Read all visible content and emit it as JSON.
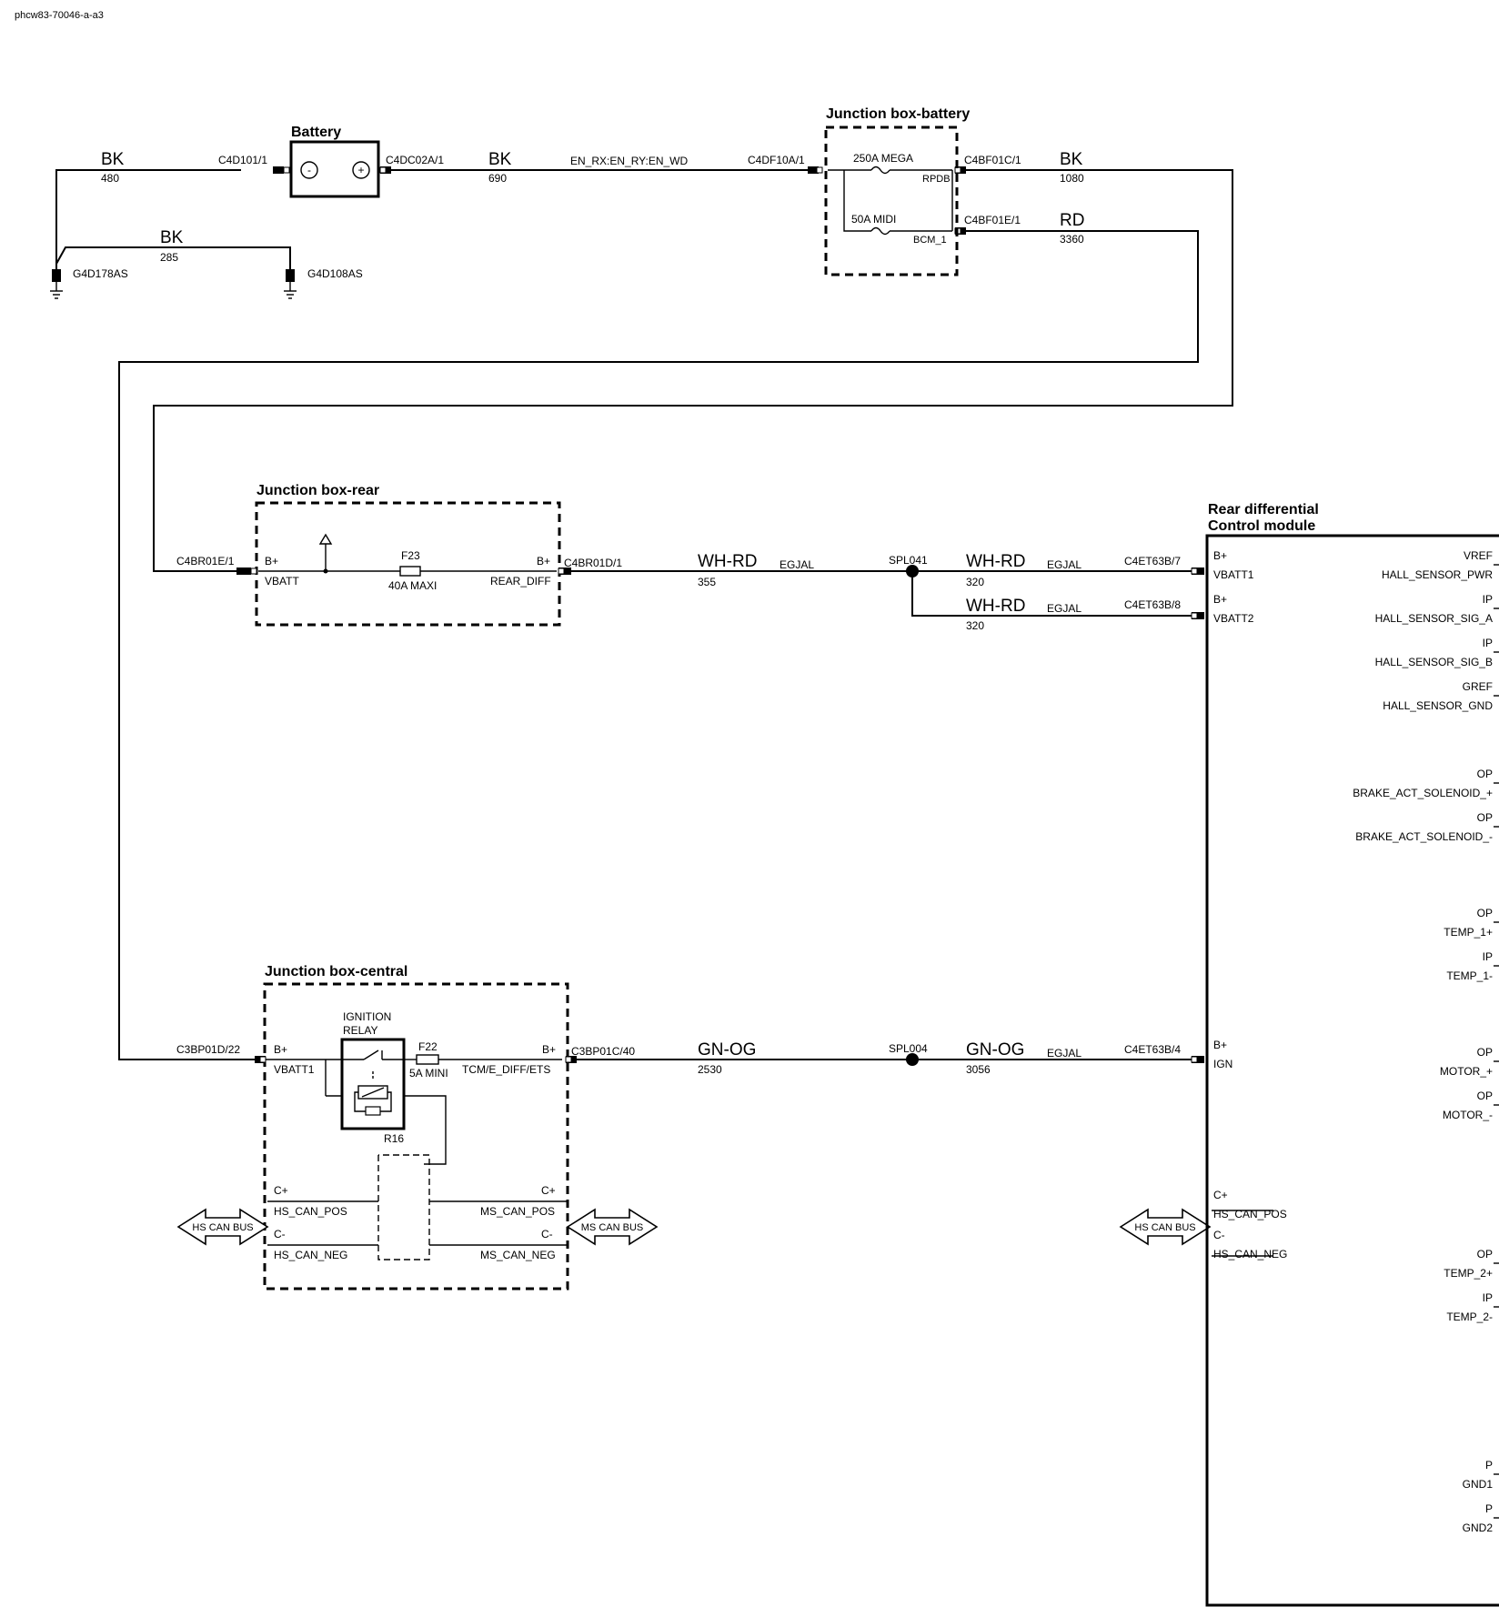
{
  "doc_id": "phcw83-70046-a-a3",
  "battery": {
    "title": "Battery",
    "neg": "-",
    "pos": "+"
  },
  "top_row": {
    "w480_color": "BK",
    "w480_num": "480",
    "c4d101": "C4D101/1",
    "c4dc02a": "C4DC02A/1",
    "w690_color": "BK",
    "w690_num": "690",
    "en_label": "EN_RX:EN_RY:EN_WD",
    "c4df10a": "C4DF10A/1",
    "w285_color": "BK",
    "w285_num": "285",
    "g4d178": "G4D178AS",
    "g4d108": "G4D108AS"
  },
  "jb_battery": {
    "title": "Junction box-battery",
    "fuse1": "250A MEGA",
    "fuse1_pin": "RPDB",
    "fuse2": "50A MIDI",
    "fuse2_pin": "BCM_1",
    "c4bf01c": "C4BF01C/1",
    "c4bf01e": "C4BF01E/1",
    "w1080_color": "BK",
    "w1080_num": "1080",
    "w3360_color": "RD",
    "w3360_num": "3360"
  },
  "jb_rear": {
    "title": "Junction box-rear",
    "in_conn": "C4BR01E/1",
    "in_pin_type": "B+",
    "in_pin": "VBATT",
    "fuse": "F23",
    "fuse_rating": "40A MAXI",
    "out_pin_type": "B+",
    "out_pin": "REAR_DIFF",
    "out_conn": "C4BR01D/1"
  },
  "mid_row": {
    "w355_color": "WH-RD",
    "w355_num": "355",
    "egjal1": "EGJAL",
    "spl041": "SPL041",
    "w320a_color": "WH-RD",
    "w320a_num": "320",
    "egjal2": "EGJAL",
    "w320b_color": "WH-RD",
    "w320b_num": "320",
    "egjal3": "EGJAL",
    "c4et63b7": "C4ET63B/7",
    "c4et63b8": "C4ET63B/8"
  },
  "jb_central": {
    "title": "Junction box-central",
    "in_conn": "C3BP01D/22",
    "in_pin_type": "B+",
    "in_pin": "VBATT1",
    "relay_title_1": "IGNITION",
    "relay_title_2": "RELAY",
    "relay_ref": "R16",
    "fuse": "F22",
    "fuse_rating": "5A MINI",
    "out_pin_type": "B+",
    "out_pin": "TCM/E_DIFF/ETS",
    "out_conn": "C3BP01C/40",
    "cplus_l": "C+",
    "hs_can_pos": "HS_CAN_POS",
    "cminus_l": "C-",
    "hs_can_neg": "HS_CAN_NEG",
    "cplus_r": "C+",
    "ms_can_pos": "MS_CAN_POS",
    "cminus_r": "C-",
    "ms_can_neg": "MS_CAN_NEG"
  },
  "low_row": {
    "w2530_color": "GN-OG",
    "w2530_num": "2530",
    "spl004": "SPL004",
    "w3056_color": "GN-OG",
    "w3056_num": "3056",
    "egjal": "EGJAL",
    "c4et63b4": "C4ET63B/4"
  },
  "can_bus": {
    "hs_left": "HS CAN BUS",
    "ms": "MS CAN BUS",
    "hs_right": "HS CAN BUS"
  },
  "module": {
    "title_1": "Rear differential",
    "title_2": "Control module",
    "left_pins": [
      {
        "type": "B+",
        "name": "VBATT1"
      },
      {
        "type": "B+",
        "name": "VBATT2"
      },
      {
        "type": "B+",
        "name": "IGN"
      },
      {
        "type": "C+",
        "name": "HS_CAN_POS"
      },
      {
        "type": "C-",
        "name": "HS_CAN_NEG"
      }
    ],
    "right_pins": [
      {
        "type": "VREF",
        "name": "HALL_SENSOR_PWR"
      },
      {
        "type": "IP",
        "name": "HALL_SENSOR_SIG_A"
      },
      {
        "type": "IP",
        "name": "HALL_SENSOR_SIG_B"
      },
      {
        "type": "GREF",
        "name": "HALL_SENSOR_GND"
      },
      {
        "type": "OP",
        "name": "BRAKE_ACT_SOLENOID_+"
      },
      {
        "type": "OP",
        "name": "BRAKE_ACT_SOLENOID_-"
      },
      {
        "type": "OP",
        "name": "TEMP_1+"
      },
      {
        "type": "IP",
        "name": "TEMP_1-"
      },
      {
        "type": "OP",
        "name": "MOTOR_+"
      },
      {
        "type": "OP",
        "name": "MOTOR_-"
      },
      {
        "type": "OP",
        "name": "TEMP_2+"
      },
      {
        "type": "IP",
        "name": "TEMP_2-"
      },
      {
        "type": "P",
        "name": "GND1"
      },
      {
        "type": "P",
        "name": "GND2"
      }
    ]
  }
}
